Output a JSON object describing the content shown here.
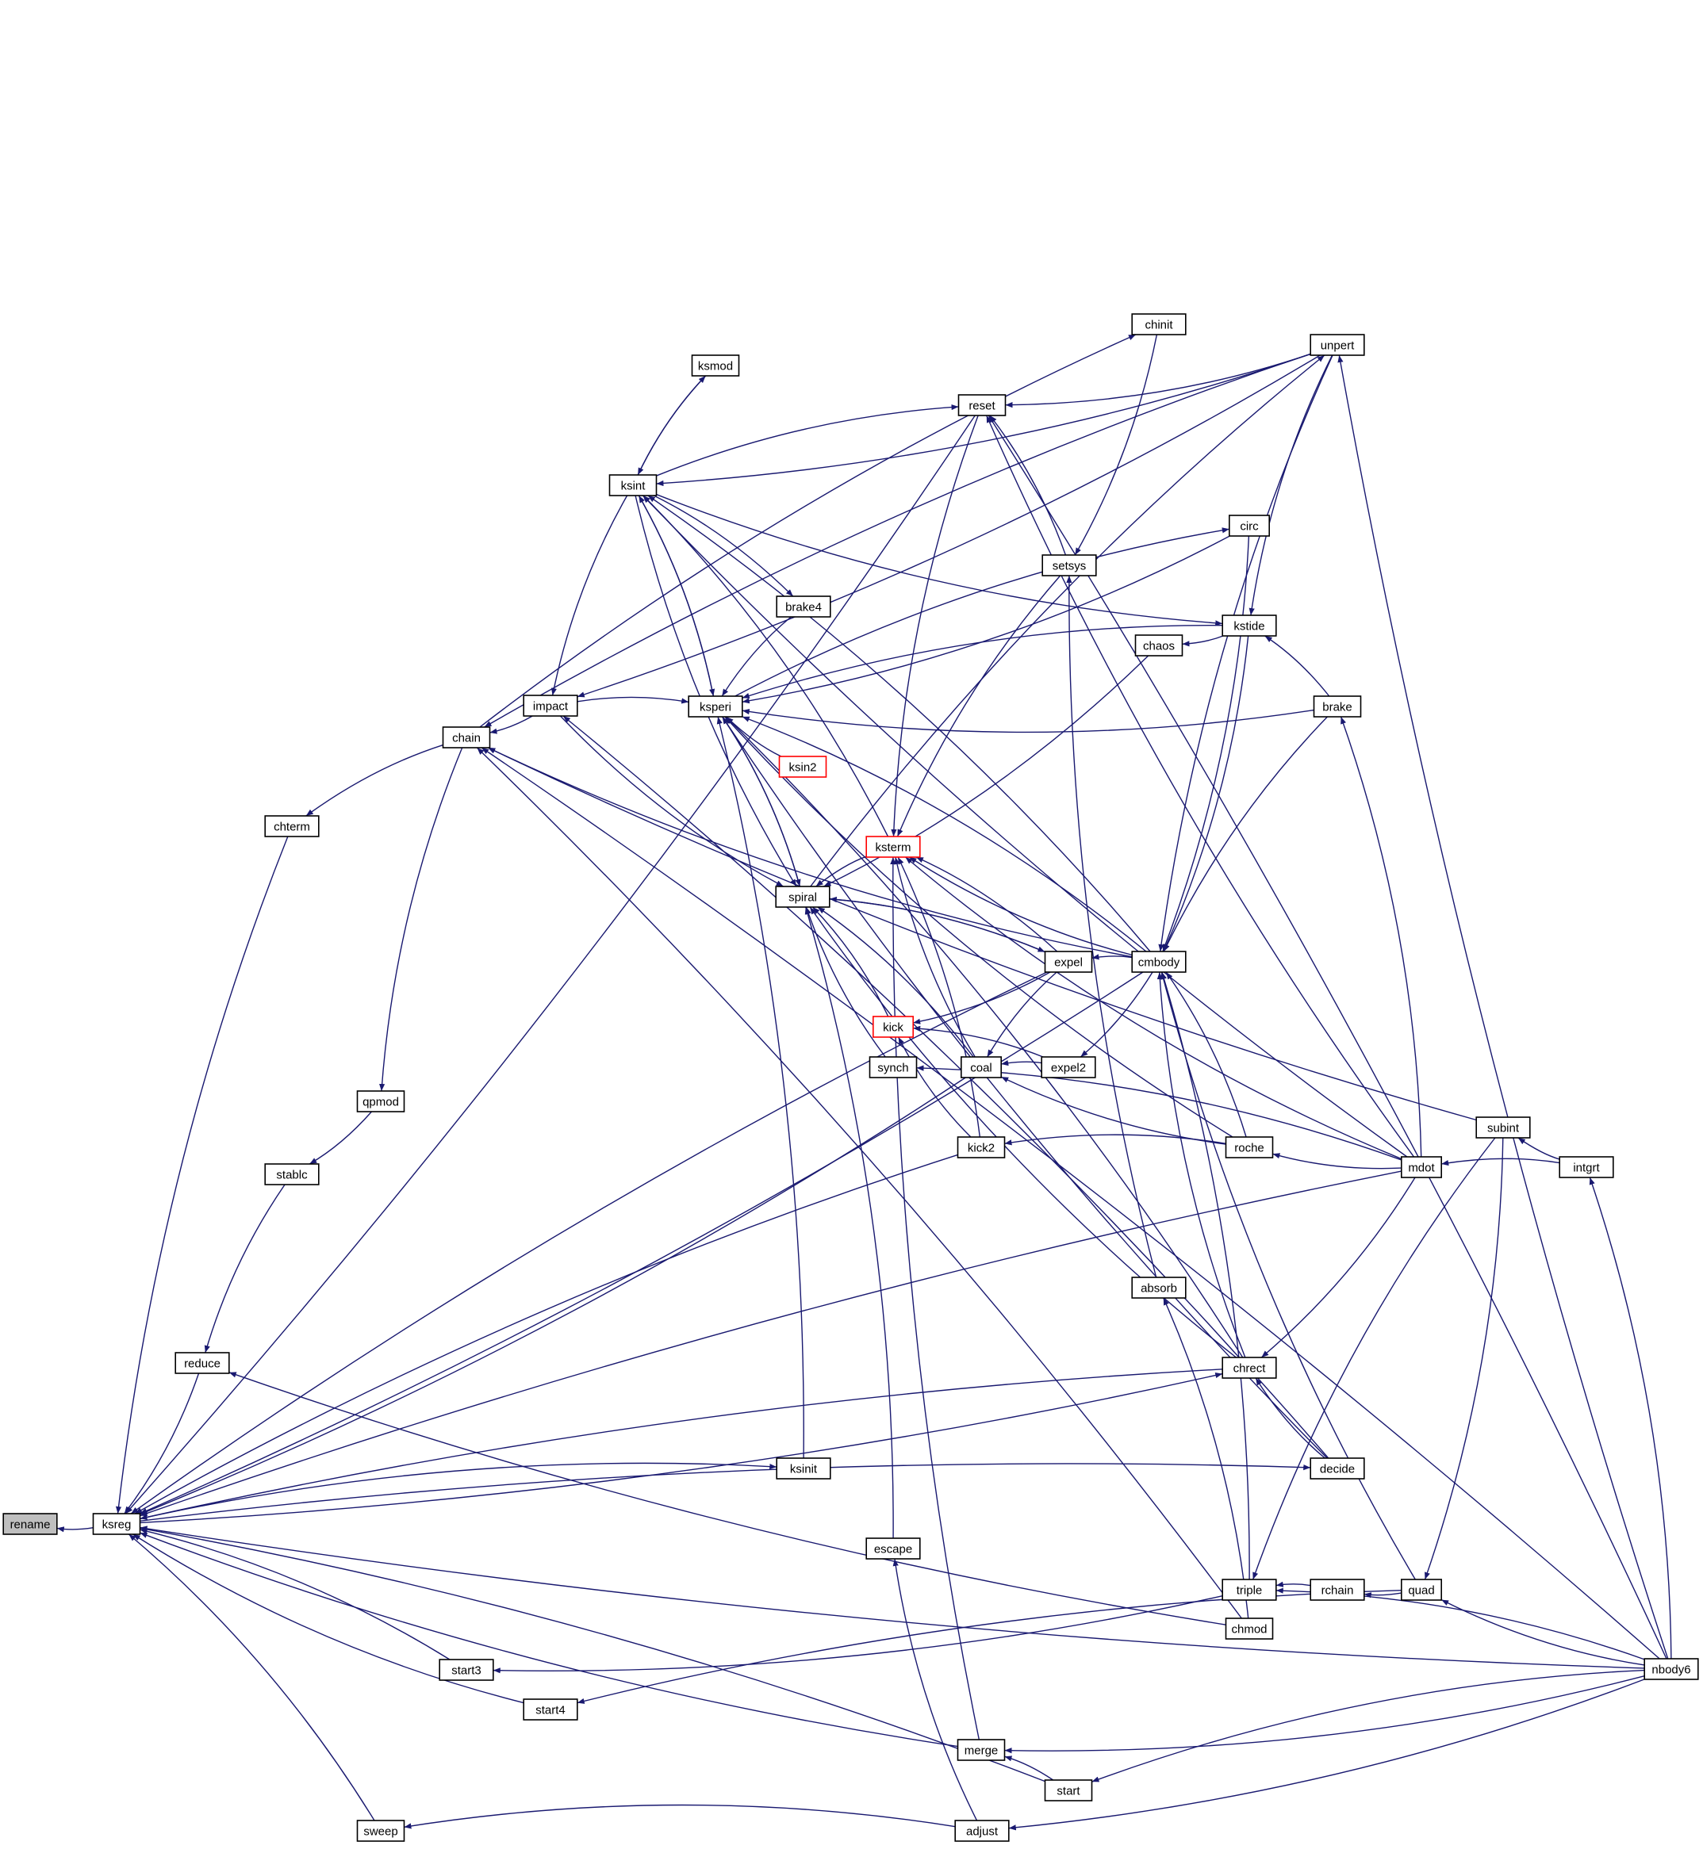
{
  "colors": {
    "edge": "#191970",
    "root_fill": "#bfbfbf",
    "highlight_border": "#ff0000"
  },
  "nodes": [
    {
      "id": "rename",
      "label": "rename",
      "style": "root"
    },
    {
      "id": "ksreg",
      "label": "ksreg",
      "style": "normal"
    },
    {
      "id": "chterm",
      "label": "chterm",
      "style": "normal"
    },
    {
      "id": "chain",
      "label": "chain",
      "style": "normal"
    },
    {
      "id": "qpmod",
      "label": "qpmod",
      "style": "normal"
    },
    {
      "id": "stablc",
      "label": "stablc",
      "style": "normal"
    },
    {
      "id": "reduce",
      "label": "reduce",
      "style": "normal"
    },
    {
      "id": "start3",
      "label": "start3",
      "style": "normal"
    },
    {
      "id": "start4",
      "label": "start4",
      "style": "normal"
    },
    {
      "id": "sweep",
      "label": "sweep",
      "style": "normal"
    },
    {
      "id": "impact",
      "label": "impact",
      "style": "normal"
    },
    {
      "id": "ksint",
      "label": "ksint",
      "style": "normal"
    },
    {
      "id": "ksmod",
      "label": "ksmod",
      "style": "normal"
    },
    {
      "id": "ksperi",
      "label": "ksperi",
      "style": "normal"
    },
    {
      "id": "brake4",
      "label": "brake4",
      "style": "normal"
    },
    {
      "id": "ksin2",
      "label": "ksin2",
      "style": "red"
    },
    {
      "id": "spiral",
      "label": "spiral",
      "style": "normal"
    },
    {
      "id": "ksterm",
      "label": "ksterm",
      "style": "red"
    },
    {
      "id": "kick",
      "label": "kick",
      "style": "red"
    },
    {
      "id": "synch",
      "label": "synch",
      "style": "normal"
    },
    {
      "id": "ksinit",
      "label": "ksinit",
      "style": "normal"
    },
    {
      "id": "escape",
      "label": "escape",
      "style": "normal"
    },
    {
      "id": "merge",
      "label": "merge",
      "style": "normal"
    },
    {
      "id": "start",
      "label": "start",
      "style": "normal"
    },
    {
      "id": "adjust",
      "label": "adjust",
      "style": "normal"
    },
    {
      "id": "reset",
      "label": "reset",
      "style": "normal"
    },
    {
      "id": "coal",
      "label": "coal",
      "style": "normal"
    },
    {
      "id": "kick2",
      "label": "kick2",
      "style": "normal"
    },
    {
      "id": "chinit",
      "label": "chinit",
      "style": "normal"
    },
    {
      "id": "setsys",
      "label": "setsys",
      "style": "normal"
    },
    {
      "id": "chaos",
      "label": "chaos",
      "style": "normal"
    },
    {
      "id": "expel",
      "label": "expel",
      "style": "normal"
    },
    {
      "id": "expel2",
      "label": "expel2",
      "style": "normal"
    },
    {
      "id": "cmbody",
      "label": "cmbody",
      "style": "normal"
    },
    {
      "id": "absorb",
      "label": "absorb",
      "style": "normal"
    },
    {
      "id": "circ",
      "label": "circ",
      "style": "normal"
    },
    {
      "id": "kstide",
      "label": "kstide",
      "style": "normal"
    },
    {
      "id": "roche",
      "label": "roche",
      "style": "normal"
    },
    {
      "id": "chrect",
      "label": "chrect",
      "style": "normal"
    },
    {
      "id": "decide",
      "label": "decide",
      "style": "normal"
    },
    {
      "id": "chmod",
      "label": "chmod",
      "style": "normal"
    },
    {
      "id": "triple",
      "label": "triple",
      "style": "normal"
    },
    {
      "id": "rchain",
      "label": "rchain",
      "style": "normal"
    },
    {
      "id": "unpert",
      "label": "unpert",
      "style": "normal"
    },
    {
      "id": "brake",
      "label": "brake",
      "style": "normal"
    },
    {
      "id": "mdot",
      "label": "mdot",
      "style": "normal"
    },
    {
      "id": "subint",
      "label": "subint",
      "style": "normal"
    },
    {
      "id": "intgrt",
      "label": "intgrt",
      "style": "normal"
    },
    {
      "id": "quad",
      "label": "quad",
      "style": "normal"
    },
    {
      "id": "nbody6",
      "label": "nbody6",
      "style": "normal"
    }
  ],
  "edges": [
    [
      "ksreg",
      "rename"
    ],
    [
      "chterm",
      "ksreg"
    ],
    [
      "reduce",
      "ksreg"
    ],
    [
      "start3",
      "ksreg"
    ],
    [
      "start4",
      "ksreg"
    ],
    [
      "sweep",
      "ksreg"
    ],
    [
      "merge",
      "ksreg"
    ],
    [
      "start",
      "ksreg"
    ],
    [
      "nbody6",
      "ksreg"
    ],
    [
      "expel",
      "ksreg"
    ],
    [
      "coal",
      "ksreg"
    ],
    [
      "kick2",
      "ksreg"
    ],
    [
      "cmbody",
      "ksreg"
    ],
    [
      "mdot",
      "ksreg"
    ],
    [
      "reset",
      "ksreg"
    ],
    [
      "chrect",
      "ksreg"
    ],
    [
      "ksreg",
      "ksinit"
    ],
    [
      "chain",
      "chterm"
    ],
    [
      "impact",
      "chain"
    ],
    [
      "chain",
      "qpmod"
    ],
    [
      "qpmod",
      "stablc"
    ],
    [
      "stablc",
      "reduce"
    ],
    [
      "chmod",
      "reduce"
    ],
    [
      "nbody6",
      "chain"
    ],
    [
      "subint",
      "chain"
    ],
    [
      "unpert",
      "chain"
    ],
    [
      "cmbody",
      "chain"
    ],
    [
      "chmod",
      "chain"
    ],
    [
      "chain",
      "chinit"
    ],
    [
      "ksint",
      "impact"
    ],
    [
      "unpert",
      "impact"
    ],
    [
      "decide",
      "impact"
    ],
    [
      "impact",
      "ksperi"
    ],
    [
      "impact",
      "spiral"
    ],
    [
      "ksint",
      "ksmod"
    ],
    [
      "ksmod",
      "ksint"
    ],
    [
      "ksint",
      "brake4"
    ],
    [
      "brake4",
      "ksperi"
    ],
    [
      "ksint",
      "ksperi"
    ],
    [
      "ksperi",
      "ksint"
    ],
    [
      "ksin2",
      "ksperi"
    ],
    [
      "spiral",
      "ksperi"
    ],
    [
      "ksperi",
      "spiral"
    ],
    [
      "ksint",
      "spiral"
    ],
    [
      "ksint",
      "reset"
    ],
    [
      "ksint",
      "kstide"
    ],
    [
      "circ",
      "ksperi"
    ],
    [
      "kstide",
      "ksperi"
    ],
    [
      "brake",
      "ksperi"
    ],
    [
      "cmbody",
      "ksperi"
    ],
    [
      "roche",
      "ksperi"
    ],
    [
      "chrect",
      "ksperi"
    ],
    [
      "decide",
      "ksperi"
    ],
    [
      "ksinit",
      "ksperi"
    ],
    [
      "ksperi",
      "circ"
    ],
    [
      "cmbody",
      "ksint"
    ],
    [
      "unpert",
      "ksint"
    ],
    [
      "ksterm",
      "ksint"
    ],
    [
      "mdot",
      "ksint"
    ],
    [
      "ksterm",
      "spiral"
    ],
    [
      "coal",
      "ksterm"
    ],
    [
      "expel",
      "ksterm"
    ],
    [
      "cmbody",
      "ksterm"
    ],
    [
      "kick2",
      "ksterm"
    ],
    [
      "merge",
      "ksterm"
    ],
    [
      "reset",
      "ksterm"
    ],
    [
      "mdot",
      "ksterm"
    ],
    [
      "setsys",
      "ksterm"
    ],
    [
      "spiral",
      "unpert"
    ],
    [
      "expel",
      "spiral"
    ],
    [
      "spiral",
      "expel"
    ],
    [
      "kick",
      "spiral"
    ],
    [
      "synch",
      "spiral"
    ],
    [
      "coal",
      "spiral"
    ],
    [
      "chrect",
      "spiral"
    ],
    [
      "escape",
      "spiral"
    ],
    [
      "chaos",
      "spiral"
    ],
    [
      "cmbody",
      "expel"
    ],
    [
      "expel",
      "kick"
    ],
    [
      "expel",
      "coal"
    ],
    [
      "cmbody",
      "expel2"
    ],
    [
      "expel2",
      "coal"
    ],
    [
      "roche",
      "coal"
    ],
    [
      "roche",
      "kick2"
    ],
    [
      "kick2",
      "kick"
    ],
    [
      "expel2",
      "kick"
    ],
    [
      "mdot",
      "roche"
    ],
    [
      "roche",
      "cmbody"
    ],
    [
      "chrect",
      "cmbody"
    ],
    [
      "triple",
      "cmbody"
    ],
    [
      "quad",
      "cmbody"
    ],
    [
      "brake",
      "cmbody"
    ],
    [
      "kstide",
      "cmbody"
    ],
    [
      "unpert",
      "cmbody"
    ],
    [
      "circ",
      "cmbody"
    ],
    [
      "mdot",
      "synch"
    ],
    [
      "mdot",
      "chrect"
    ],
    [
      "mdot",
      "brake"
    ],
    [
      "mdot",
      "reset"
    ],
    [
      "intgrt",
      "mdot"
    ],
    [
      "intgrt",
      "subint"
    ],
    [
      "nbody6",
      "intgrt"
    ],
    [
      "subint",
      "quad"
    ],
    [
      "subint",
      "triple"
    ],
    [
      "quad",
      "rchain"
    ],
    [
      "rchain",
      "triple"
    ],
    [
      "nbody6",
      "quad"
    ],
    [
      "nbody6",
      "triple"
    ],
    [
      "nbody6",
      "merge"
    ],
    [
      "nbody6",
      "start"
    ],
    [
      "nbody6",
      "adjust"
    ],
    [
      "start",
      "merge"
    ],
    [
      "adjust",
      "escape"
    ],
    [
      "chmod",
      "absorb"
    ],
    [
      "absorb",
      "setsys"
    ],
    [
      "setsys",
      "reset"
    ],
    [
      "chinit",
      "setsys"
    ],
    [
      "unpert",
      "kstide"
    ],
    [
      "kstide",
      "chaos"
    ],
    [
      "brake",
      "kstide"
    ],
    [
      "decide",
      "chrect"
    ],
    [
      "ksreg",
      "chrect"
    ],
    [
      "ksreg",
      "decide"
    ],
    [
      "quad",
      "start4"
    ],
    [
      "triple",
      "start3"
    ],
    [
      "adjust",
      "sweep"
    ],
    [
      "nbody6",
      "unpert"
    ],
    [
      "nbody6",
      "reset"
    ],
    [
      "unpert",
      "reset"
    ]
  ]
}
